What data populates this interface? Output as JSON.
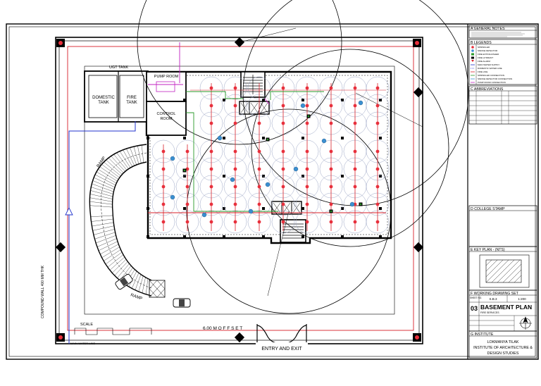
{
  "drawing": {
    "rooms": {
      "ugt_tank": "UGT TANK",
      "domestic_tank_line1": "DOMESTIC",
      "domestic_tank_line2": "TANK",
      "fire_tank_line1": "FIRE",
      "fire_tank_line2": "TANK",
      "pump_room": "PUMP ROOM",
      "control_room_line1": "CONTROL",
      "control_room_line2": "ROOM"
    },
    "labels": {
      "ramp_upper": "RAMP",
      "ramp_lower": "RAMP",
      "scale": "SCALE",
      "offset": "6.00 M  O F F S E T",
      "entry": "ENTRY AND EXIT",
      "compound_wall": "COMPOUND WALL 400 MM THK",
      "main_water_line": "MAIN WATER LINE"
    }
  },
  "title_block": {
    "a_header": "A  GENERAL NOTES",
    "b_header": "B  LEGENDS",
    "legend_items": [
      "SPRINKLER",
      "SMOKE DETECTOR",
      "FIRE EXTINGUISHER",
      "FIRE HYDRANT",
      "FIRE ALARM"
    ],
    "legend_lines": [
      "MAIN WATER SUPPLY",
      "DOMESTIC WATER LINE",
      "FIRE LINE",
      "SPRINKLER CONNECTION",
      "SMOKE DETECTOR CONNECTION",
      "PUMP ROOM CONNECTION"
    ],
    "c_header": "C  ABBREVIATIONS",
    "d_header": "D  COLLEGE STAMP",
    "e_header": "E  KEY PLAN - (NTS)",
    "f_header": "F  WORKING DRAWING SET",
    "sheet_no_label": "SHEET NO.",
    "sheet_code": "S.B.3",
    "scale_value": "1:200",
    "sheet_number": "03",
    "plan_title": "BASEMENT PLAN",
    "plan_subtitle": "FIRE SERVICES",
    "g_header": "G  INSTITUTE",
    "institute_line1": "LOKMANYA TILAK",
    "institute_line2": "INSTITUTE OF ARCHITECTURE &",
    "institute_line3": "DESIGN STUDIES"
  },
  "colors": {
    "sprinkler": "#e8303c",
    "smoke_detector": "#3a8fd0",
    "water_line": "#2233cc",
    "fire_line": "#d8202a",
    "sprinkler_pipe": "#2a9a2a",
    "drain_line": "#c020c0",
    "coverage_circle": "#9aa4c4"
  }
}
